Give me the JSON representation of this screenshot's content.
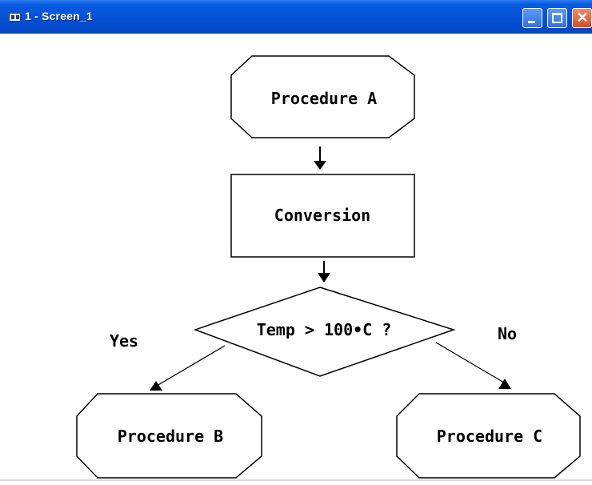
{
  "window": {
    "title": "1 - Screen_1",
    "controls": {
      "minimize": "minimize",
      "maximize": "maximize",
      "close": "close",
      "close_glyph": "✕"
    }
  },
  "flowchart": {
    "nodes": {
      "procedure_a": "Procedure A",
      "conversion": "Conversion",
      "decision": "Temp > 100•C ?",
      "procedure_b": "Procedure B",
      "procedure_c": "Procedure C"
    },
    "edges": {
      "yes_label": "Yes",
      "no_label": "No"
    }
  }
}
